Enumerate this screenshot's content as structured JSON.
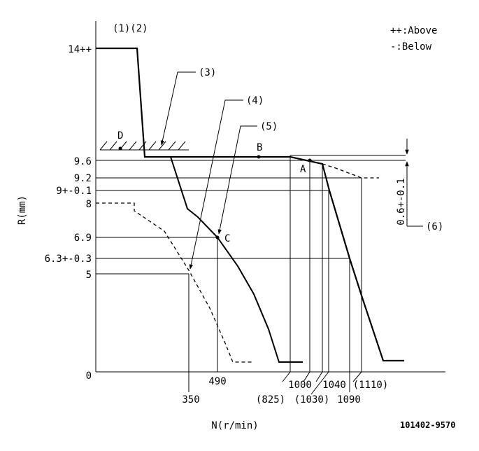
{
  "diagram": {
    "legend": {
      "above": "++:Above",
      "below": "-:Below"
    },
    "note_top": "(1)(2)",
    "callouts": {
      "c3": "(3)",
      "c4": "(4)",
      "c5": "(5)",
      "c6": "(6)"
    },
    "points": {
      "A": "A",
      "B": "B",
      "C": "C",
      "D": "D"
    },
    "axes": {
      "xlabel": "N(r/min)",
      "ylabel": "R(mm)",
      "origin": "0"
    },
    "y_ticks": [
      "14++",
      "9.6",
      "9.2",
      "9+-0.1",
      "8",
      "6.9",
      "6.3+-0.3",
      "5"
    ],
    "x_ticks": [
      "350",
      "490",
      "(825)",
      "1000",
      "(1030)",
      "1040",
      "1090",
      "(1110)"
    ],
    "side_dim": "0.6+-0.1",
    "code": "101402-9570"
  }
}
